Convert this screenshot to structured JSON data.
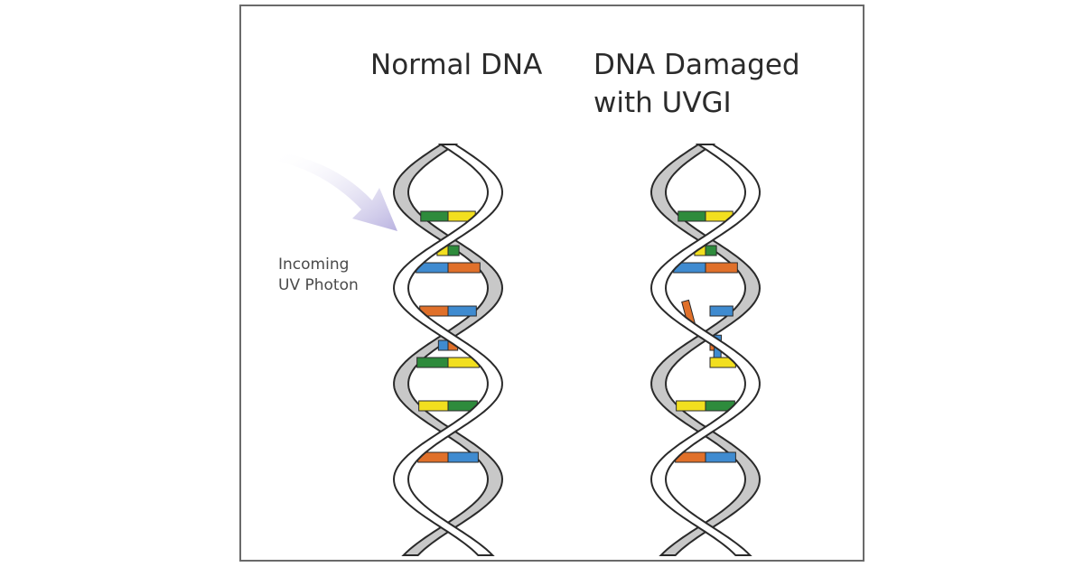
{
  "labels": {
    "normal_title": "Normal DNA",
    "damaged_title_line1": "DNA Damaged",
    "damaged_title_line2": "with UVGI",
    "photon_line1": "Incoming",
    "photon_line2": "UV Photon"
  },
  "colors": {
    "green": "#2e8b3c",
    "yellow": "#f2df1f",
    "orange": "#e0702a",
    "blue": "#3f8bd0",
    "strand_fill": "#ffffff",
    "strand_back": "#c8c8c8",
    "outline": "#2a2a2a",
    "photon": "#b9b2e0",
    "border": "#6a6a6a"
  }
}
